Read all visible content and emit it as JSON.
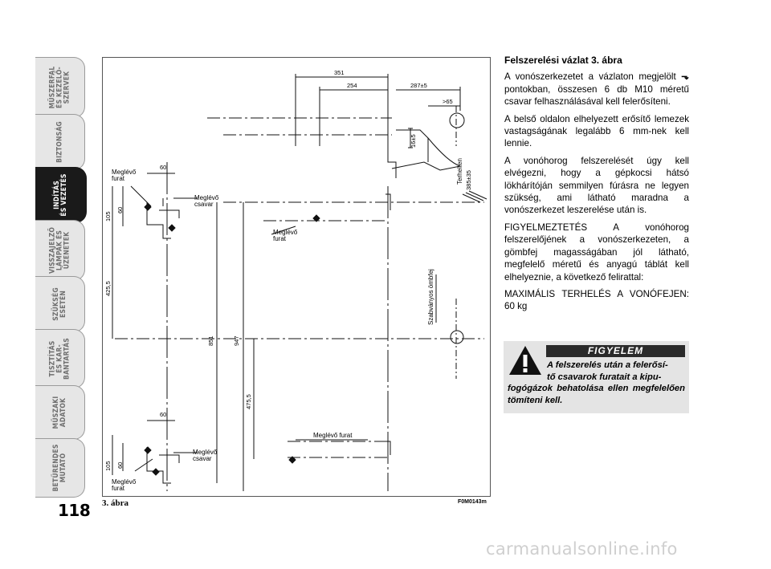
{
  "sidebar": {
    "tabs": [
      {
        "label": "MŰSZERFAL\nÉS KEZELŐ-\nSZERVEK",
        "active": false
      },
      {
        "label": "BIZTONSÁG",
        "active": false
      },
      {
        "label": "INDÍTÁS\nÉS VEZETÉS",
        "active": true
      },
      {
        "label": "VISSZAJELZŐ\nLÁMPÁK ÉS\nÜZENETEK",
        "active": false
      },
      {
        "label": "SZÜKSÉG\nESETÉN",
        "active": false
      },
      {
        "label": "TISZTÍTÁS\nÉS KAR-\nBANTARTÁS",
        "active": false
      },
      {
        "label": "MŰSZAKI\nADATOK",
        "active": false
      },
      {
        "label": "BETŰRENDES\nMUTATÓ",
        "active": false
      }
    ]
  },
  "page_number": "118",
  "figure": {
    "caption": "3. ábra",
    "code": "F0M0143m",
    "labels": {
      "furat_top": "Meglévő\nfurat",
      "csavar_top": "Meglévő\ncsavar",
      "furat_mid": "Meglévő\nfurat",
      "furat_long": "Meglévő furat",
      "csavar_bottom": "Meglévő\ncsavar",
      "furat_bottom": "Meglévő\nfurat",
      "gombfej": "Szabványos ömbfej",
      "terhelten": "Terhelten",
      "terhelten_value": "385±35"
    },
    "dimensions": {
      "d351": "351",
      "d254": "254",
      "d287": "287±5",
      "d65": ">65",
      "d16": "16±5",
      "d60_top": "60",
      "d60_v_top": "60",
      "d105_top": "105",
      "d425": "425,5",
      "d851": "851",
      "d947": "947",
      "d475": "475,5",
      "d60_bottom": "60",
      "d60_v_bottom": "60",
      "d105_bottom": "105"
    }
  },
  "text": {
    "title": "Felszerelési vázlat 3. ábra",
    "p1_a": "A vonószerkezetet a vázlaton megjelölt",
    "p1_marker": "⬎",
    "p1_b": "pontokban, összesen 6 db M10 méretű csavar felhasználásával kell felerősíteni.",
    "p2": "A belső oldalon elhelyezett erősítő lemezek vastagságának legalább 6 mm-nek kell lennie.",
    "p3": "A vonóhorog felszerelését úgy kell elvégezni, hogy a gépkocsi hátsó lökhárítóján semmilyen fúrásra ne legyen szükség, ami látható maradna a vonószerkezet leszerelése után is.",
    "p4": "FIGYELMEZTETÉS A vonóhorog felszerelőjének a vonószerkezeten, a gömbfej magasságában jól látható, megfelelő méretű és anyagú táblát kell elhelyeznie, a következő felirattal:",
    "p5": "MAXIMÁLIS TERHELÉS A VONÓFEJEN: 60 kg"
  },
  "warning": {
    "heading": "FIGYELEM",
    "line1": "A felszerelés után a felerősí-",
    "line2": "tő csavarok furatait a kipu-",
    "rest": "fogógázok behatolása ellen megfelelően tömíteni kell."
  },
  "watermark": "carmanualsonline.info"
}
